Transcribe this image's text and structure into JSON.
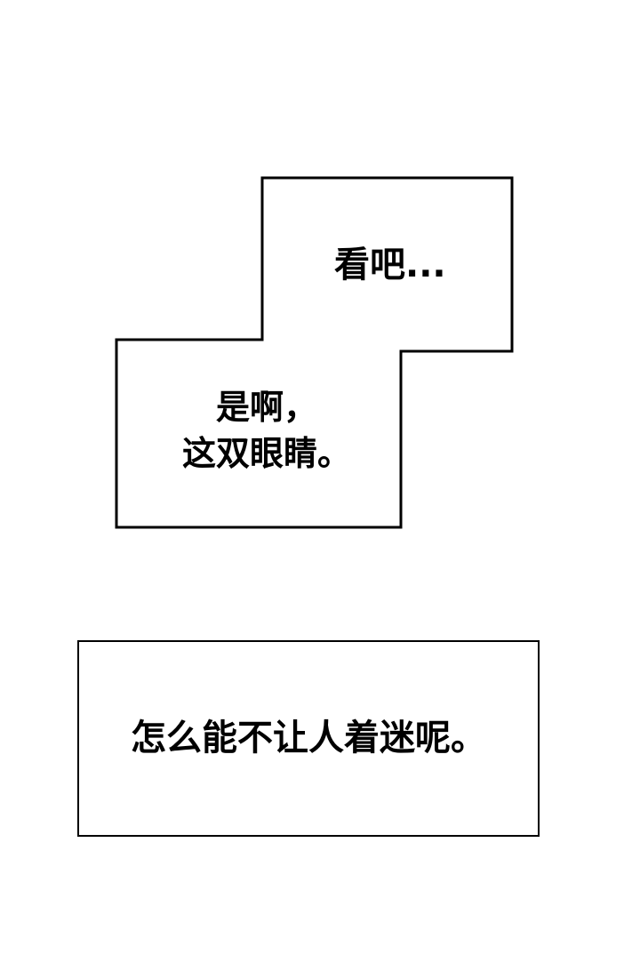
{
  "panel": {
    "background": "#ffffff",
    "stroke_color": "#000000"
  },
  "stepped_box": {
    "top_caption": "看吧...",
    "bottom_caption_lines": [
      "是啊，",
      "这双眼睛。"
    ]
  },
  "bottom_box": {
    "caption": "怎么能不让人着迷呢。"
  }
}
